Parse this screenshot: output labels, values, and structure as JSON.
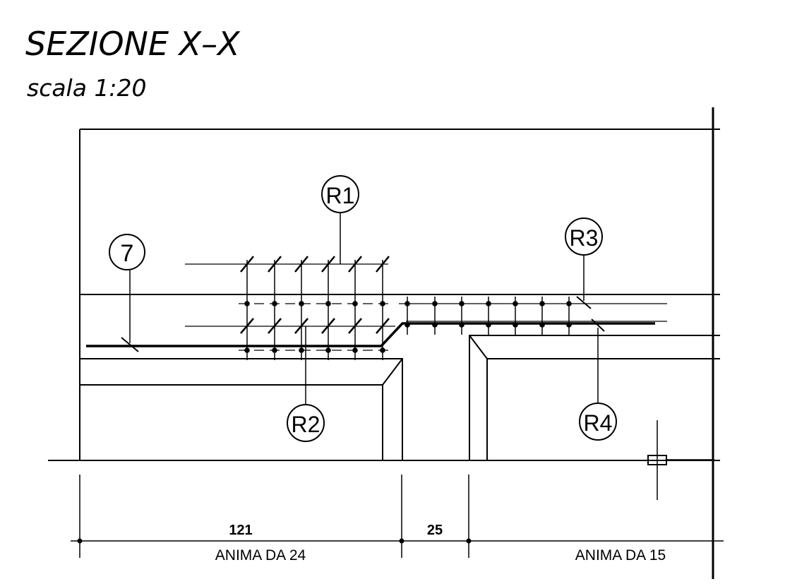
{
  "title": "SEZIONE X–X",
  "scale": "scala 1:20",
  "callouts": {
    "r1": "R1",
    "r2": "R2",
    "r3": "R3",
    "r4": "R4",
    "seven": "7"
  },
  "dimensions": {
    "d1": "121",
    "d2": "25",
    "web_left": "ANIMA DA 24",
    "web_right": "ANIMA DA 15"
  }
}
